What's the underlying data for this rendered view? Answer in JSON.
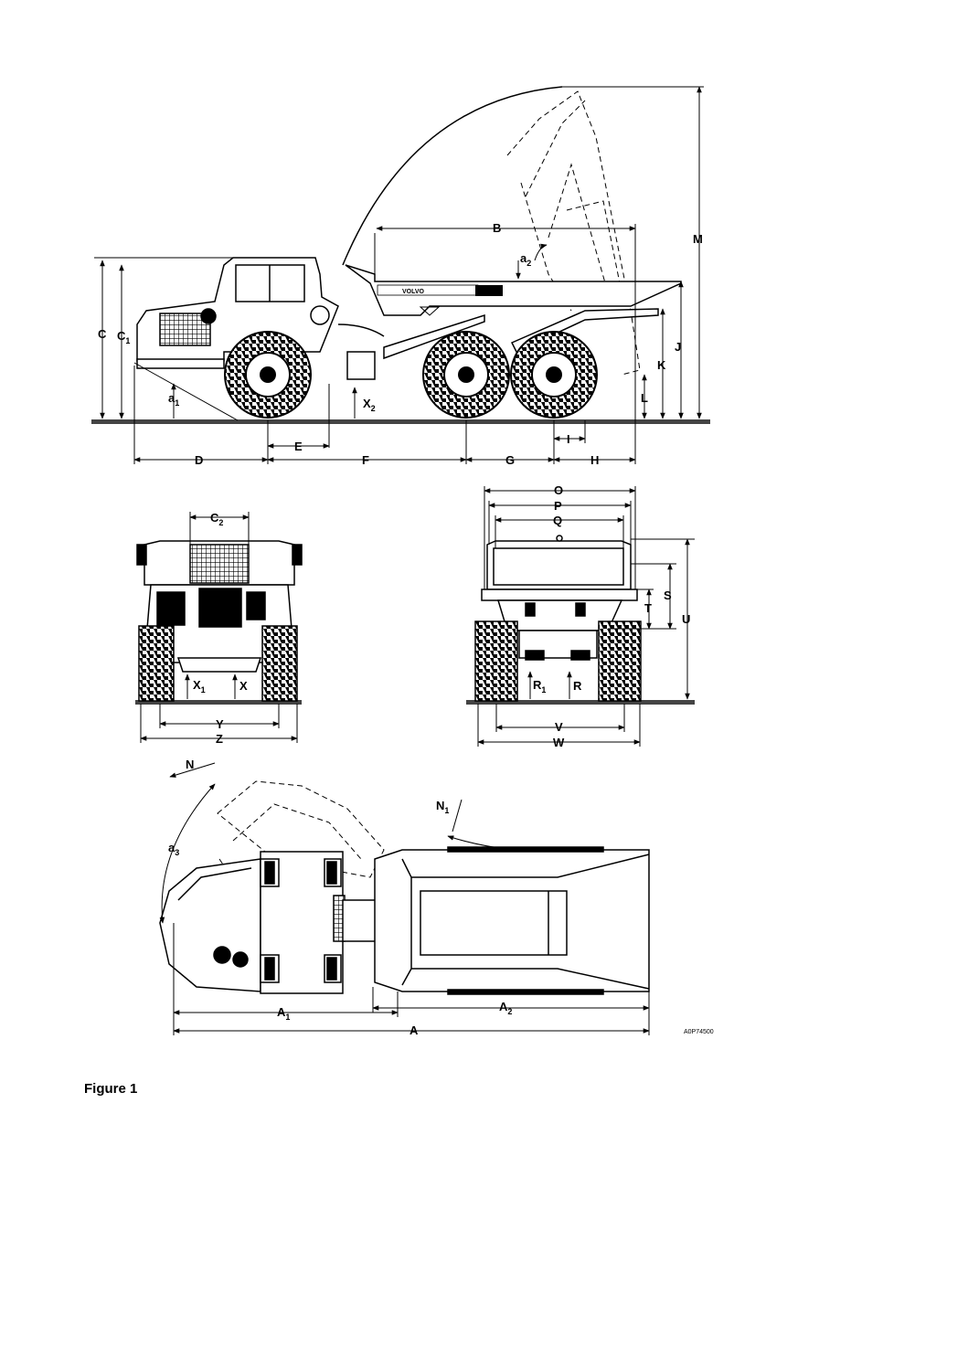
{
  "figure_caption": "Figure 1",
  "drawing_code": "A0P74500",
  "dimension_labels": {
    "A": "A",
    "A1": "A",
    "A1_sub": "1",
    "A2": "A",
    "A2_sub": "2",
    "B": "B",
    "C": "C",
    "C1": "C",
    "C1_sub": "1",
    "C2": "C",
    "C2_sub": "2",
    "D": "D",
    "E": "E",
    "F": "F",
    "G": "G",
    "H": "H",
    "I": "I",
    "J": "J",
    "K": "K",
    "L": "L",
    "M": "M",
    "N": "N",
    "N1": "N",
    "N1_sub": "1",
    "O": "O",
    "P": "P",
    "Q": "Q",
    "R": "R",
    "R1": "R",
    "R1_sub": "1",
    "S": "S",
    "T": "T",
    "U": "U",
    "V": "V",
    "W": "W",
    "X": "X",
    "X1": "X",
    "X1_sub": "1",
    "X2": "X",
    "X2_sub": "2",
    "Y": "Y",
    "Z": "Z",
    "a1": "a",
    "a1_sub": "1",
    "a2": "a",
    "a2_sub": "2",
    "a3": "a",
    "a3_sub": "3"
  },
  "brand_text": "VOLVO"
}
